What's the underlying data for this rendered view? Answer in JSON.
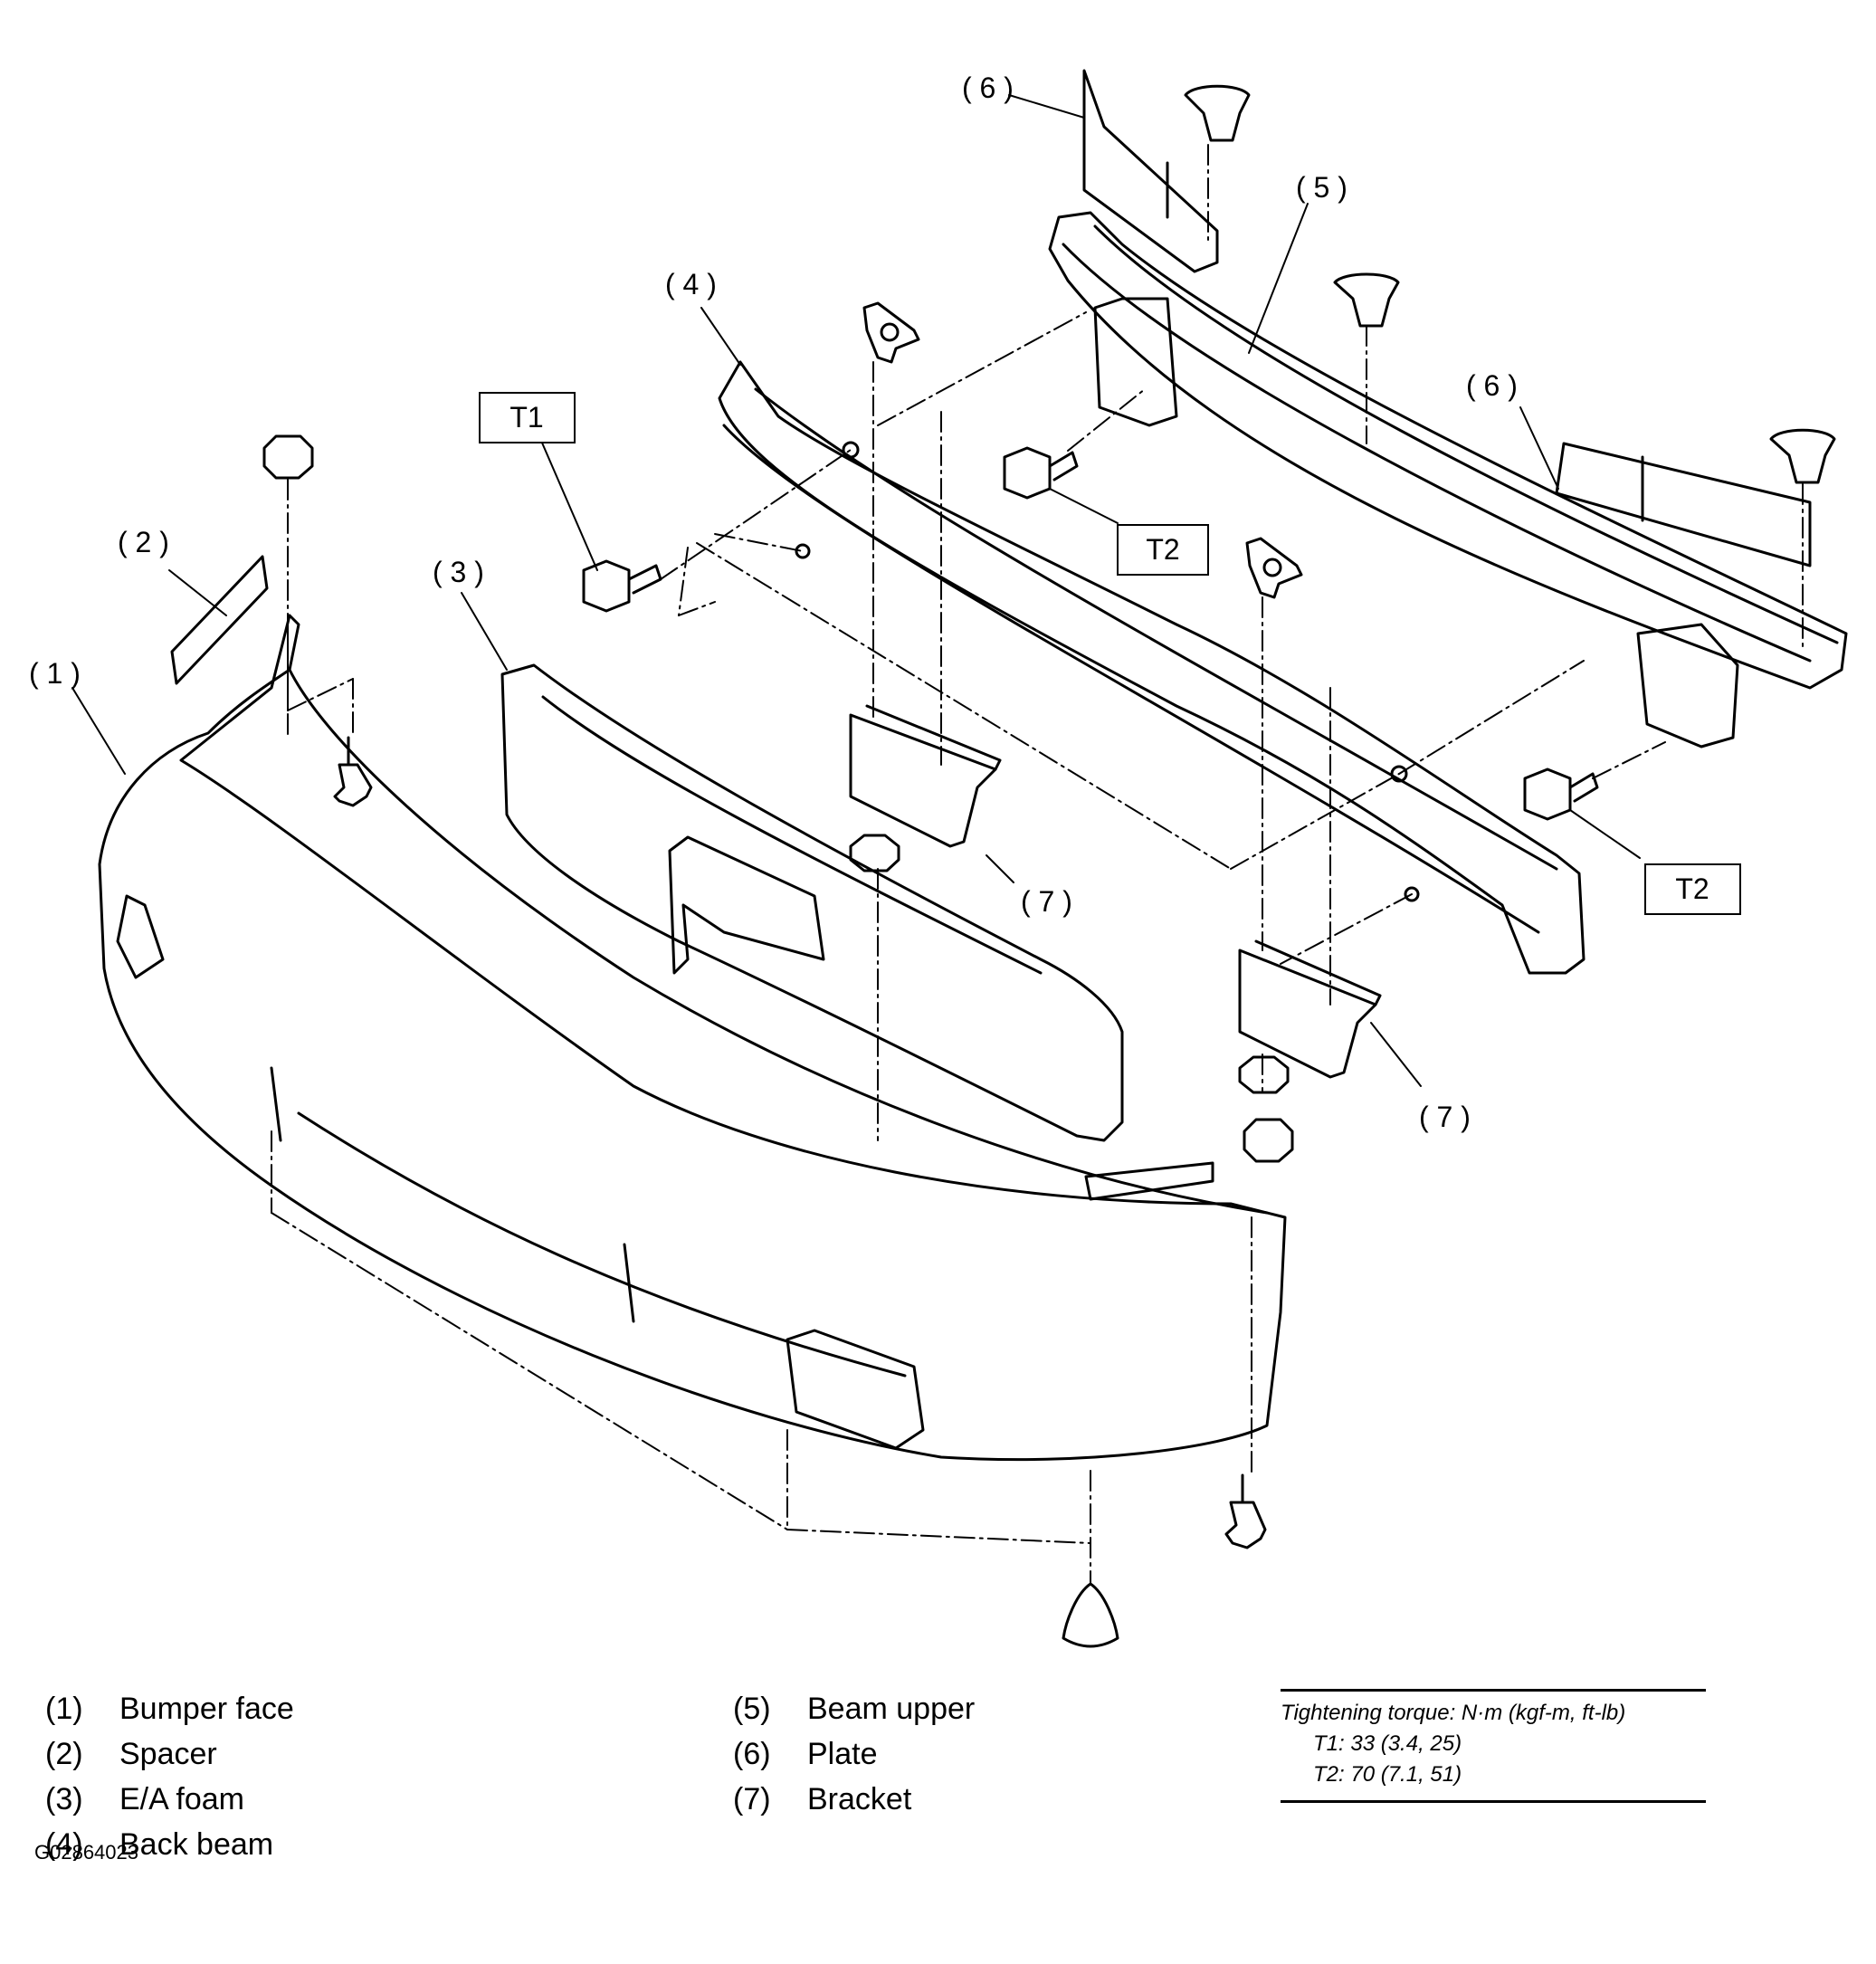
{
  "callouts": {
    "c1": "( 1 )",
    "c2": "( 2 )",
    "c3": "( 3 )",
    "c4": "( 4 )",
    "c5": "( 5 )",
    "c6a": "( 6 )",
    "c6b": "( 6 )",
    "c7a": "( 7 )",
    "c7b": "( 7 )",
    "t1": "T1",
    "t2a": "T2",
    "t2b": "T2"
  },
  "legend": [
    {
      "num": "(1)",
      "label": "Bumper face"
    },
    {
      "num": "(2)",
      "label": "Spacer"
    },
    {
      "num": "(3)",
      "label": "E/A foam"
    },
    {
      "num": "(4)",
      "label": "Back beam"
    },
    {
      "num": "(5)",
      "label": "Beam upper"
    },
    {
      "num": "(6)",
      "label": "Plate"
    },
    {
      "num": "(7)",
      "label": "Bracket"
    }
  ],
  "torque": {
    "title": "Tightening torque: N·m (kgf-m, ft-lb)",
    "t1": "T1: 33 (3.4, 25)",
    "t2": "T2: 70 (7.1, 51)"
  },
  "figure_id": "G02864023"
}
